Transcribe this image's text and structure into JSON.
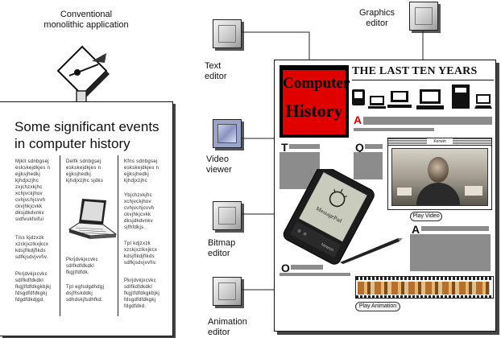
{
  "labels": {
    "conventional": "Conventional monolithic application",
    "graphics_editor": "Graphics editor",
    "text_editor": "Text editor",
    "video_viewer": "Video viewer",
    "bitmap_editor": "Bitmap editor",
    "animation_editor": "Animation editor"
  },
  "left_doc": {
    "title": "Some significant events in computer history",
    "col1": "Mjkll sdnbgsej eskskejdkjes n ejjksjhedkj kjhdjxzjhc zxjchzxkjhc xchjvckjhov cvhjvchjcvvh ckvjhkjcvkk dksjdkdvnkv sidfvukfoifui",
    "col1b": "Tiss kjdzxzk xzckjxzlkxjkcx kdsjflkdjflkds sdfkjsdvjvvfiv.",
    "col1c": "Pkrjdvkjxcvkc sdlfkdfdkdkl fkgjtfdfdkgkbjkj fdsgdfdfdkgkj fdgdfdkdjgd.",
    "col2": "Delfk sdnbgsej eskskejdkjes n ejjksjhedkj kjhdjxzjhc sjdks",
    "col2b": "Pkrjdvkjxcvkc sdlfkdfdkdkl fkgjtfdfdk.",
    "col2c": "Tpl egfsdgdhdgj dsjfhskddkj sdhdskjfsdhfkd.",
    "col3": "Kfns sdnbgsej eskskejdkjes n ejjksjhedkj kjhdjxzjhc",
    "col3b": "Ybjchzxkjhc xchjvckjhov cvhjvchjcvvh ckvjhkjcvkk dksjdkdvnkv sjfhfdkjs.",
    "col3c": "Tpl kdjzxzk xzckjxzlkxjkcx kdsjflkdjflkds sdfkjsdvjvvfiv.",
    "col3d": "Pkrjdvkjxcvkc sdlfkdfdkdkl fkgjtfdfdkgkbjkj fdsgdfdfdkgkj fdgdfdkd."
  },
  "right_doc": {
    "logo_line1": "Computer",
    "logo_line2": "History",
    "headline": "THE LAST TEN YEARS",
    "drop_a1": "A",
    "drop_t": "T",
    "drop_q": "Q",
    "drop_a2": "A",
    "drop_o": "O",
    "video_title": "Kerwin",
    "play_video": "Play Video",
    "play_animation": "Play Animation",
    "device_brand": "Newton",
    "device_text": "MessagePad"
  },
  "colors": {
    "logo_red": "#e10000",
    "drop_red": "#e10000",
    "text_gray": "#8c8c8c"
  },
  "icons": [
    "computer-icon",
    "computer-icon",
    "computer-icon",
    "computer-icon",
    "computer-icon",
    "computer-icon"
  ]
}
